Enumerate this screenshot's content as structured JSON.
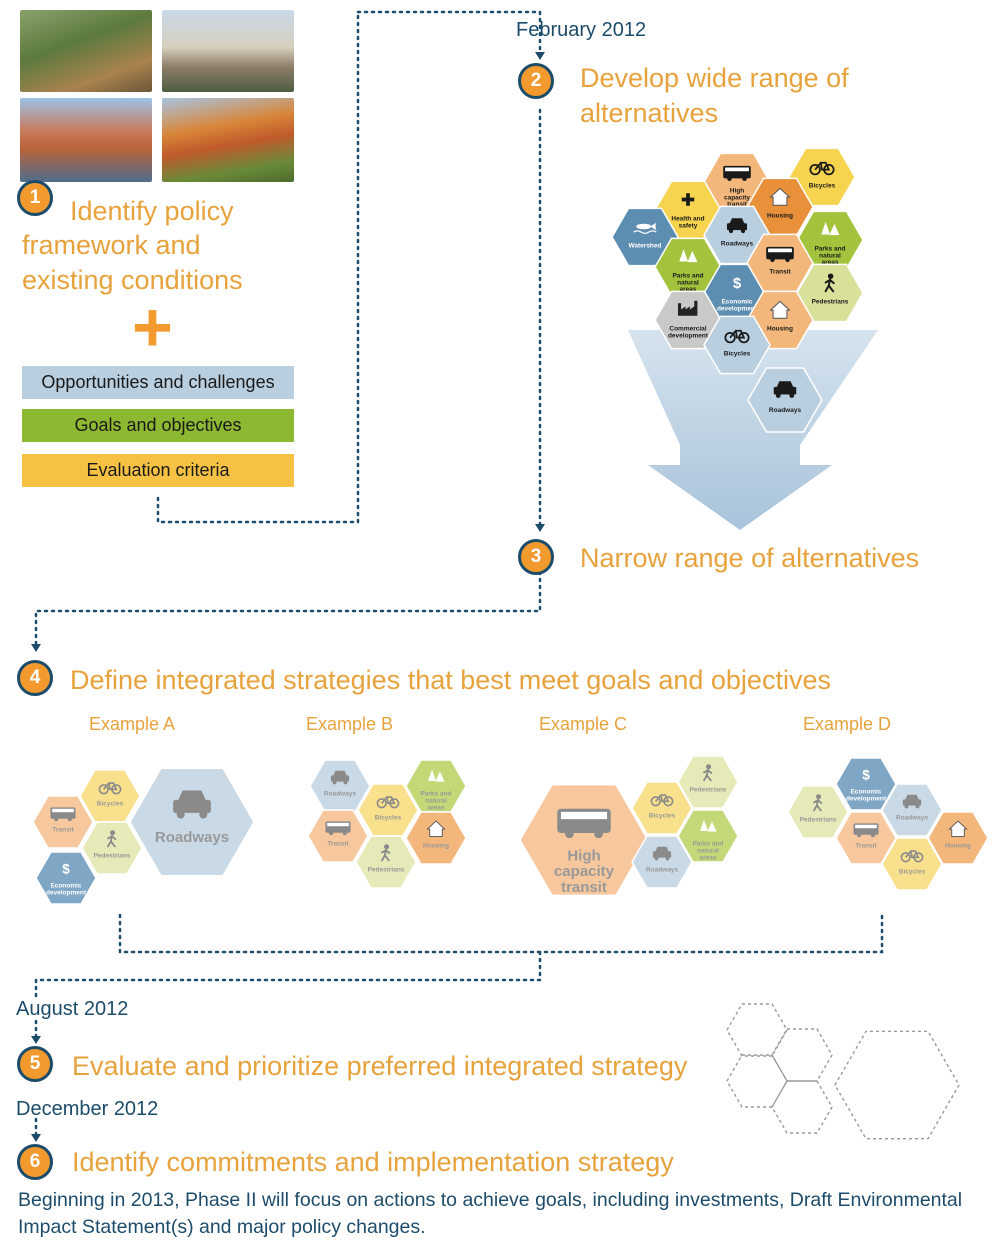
{
  "dates": {
    "feb": "February 2012",
    "aug": "August 2012",
    "dec": "December 2012"
  },
  "steps": [
    {
      "num": "1",
      "title_lines": [
        "Identify policy",
        "framework and",
        "existing conditions"
      ]
    },
    {
      "num": "2",
      "title_lines": [
        "Develop wide range of",
        "alternatives"
      ]
    },
    {
      "num": "3",
      "title": "Narrow range of alternatives"
    },
    {
      "num": "4",
      "title": "Define integrated strategies that best meet goals and objectives"
    },
    {
      "num": "5",
      "title": "Evaluate and prioritize preferred integrated strategy"
    },
    {
      "num": "6",
      "title": "Identify commitments and implementation strategy"
    }
  ],
  "bars": [
    {
      "label": "Opportunities and challenges",
      "color": "#b9cfe0"
    },
    {
      "label": "Goals and objectives",
      "color": "#8db832"
    },
    {
      "label": "Evaluation criteria",
      "color": "#f7c244"
    }
  ],
  "plus_symbol": "+",
  "funnel_hexes": [
    {
      "label": "High capacity transit",
      "icon": "bus-icon",
      "color": "#f3b77b"
    },
    {
      "label": "Bicycles",
      "icon": "bicycle-icon",
      "color": "#f6d450"
    },
    {
      "label": "Health and safety",
      "icon": "cross-icon",
      "color": "#f6d450"
    },
    {
      "label": "Housing",
      "icon": "house-icon",
      "color": "#e8903a"
    },
    {
      "label": "Watershed",
      "icon": "fish-icon",
      "color": "#5d8db0"
    },
    {
      "label": "Roadways",
      "icon": "car-icon",
      "color": "#b9cfe0"
    },
    {
      "label": "Parks and natural areas",
      "icon": "tree-icon",
      "color": "#a3c33c"
    },
    {
      "label": "Parks and natural areas",
      "icon": "tree-icon",
      "color": "#a3c33c"
    },
    {
      "label": "Economic development",
      "icon": "dollar-icon",
      "color": "#5d8db0"
    },
    {
      "label": "Transit",
      "icon": "bus-icon",
      "color": "#f3b77b"
    },
    {
      "label": "Pedestrians",
      "icon": "walker-icon",
      "color": "#d8e09a"
    },
    {
      "label": "Commercial development",
      "icon": "factory-icon",
      "color": "#c9c9c9"
    },
    {
      "label": "Housing",
      "icon": "house-icon",
      "color": "#f3b77b"
    },
    {
      "label": "Bicycles",
      "icon": "bicycle-icon",
      "color": "#b9cfe0"
    },
    {
      "label": "Roadways",
      "icon": "car-icon",
      "color": "#b9cfe0"
    }
  ],
  "examples": [
    {
      "label": "Example A",
      "hexes": [
        "Bicycles",
        "Transit",
        "Pedestrians",
        "Economic development",
        "Roadways"
      ]
    },
    {
      "label": "Example B",
      "hexes": [
        "Roadways",
        "Bicycles",
        "Parks and natural areas",
        "Transit",
        "Housing",
        "Pedestrians"
      ]
    },
    {
      "label": "Example C",
      "hexes": [
        "Pedestrians",
        "Bicycles",
        "High capacity transit",
        "Parks and natural areas",
        "Roadways"
      ]
    },
    {
      "label": "Example D",
      "hexes": [
        "Economic development",
        "Pedestrians",
        "Roadways",
        "Transit",
        "Housing",
        "Bicycles"
      ]
    }
  ],
  "footer": "Beginning in 2013, Phase II will focus on actions to achieve goals, including investments, Draft Environmental Impact Statement(s) and major policy changes.",
  "colors": {
    "orange_text": "#e8a23c",
    "navy": "#1d4c6b",
    "circle": "#f29a2e",
    "funnel": "#b9cfe0"
  }
}
